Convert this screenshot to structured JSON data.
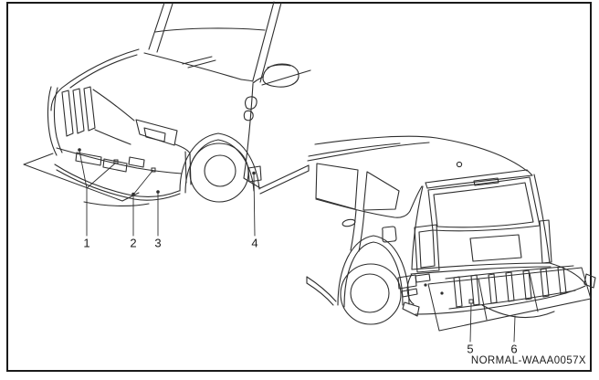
{
  "figure": {
    "caption": "NORMAL-WAAA0057X",
    "callouts": [
      {
        "label": "1"
      },
      {
        "label": "2"
      },
      {
        "label": "3"
      },
      {
        "label": "4"
      },
      {
        "label": "5"
      },
      {
        "label": "6"
      }
    ],
    "colors": {
      "background": "#ffffff",
      "line": "#2e2e2e",
      "border": "#1a1a1a",
      "text": "#1a1a1a"
    }
  }
}
